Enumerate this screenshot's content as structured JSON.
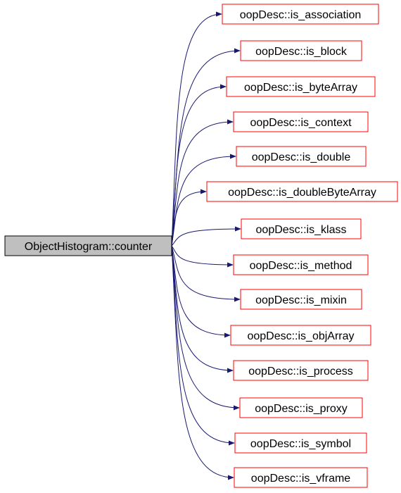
{
  "diagram": {
    "root": {
      "label": "ObjectHistogram::counter",
      "fill": "#bfbfbf",
      "stroke": "#000000"
    },
    "edge_color": "#191970",
    "callee_stroke": "#ff0000",
    "callees": [
      {
        "label": "oopDesc::is_association"
      },
      {
        "label": "oopDesc::is_block"
      },
      {
        "label": "oopDesc::is_byteArray"
      },
      {
        "label": "oopDesc::is_context"
      },
      {
        "label": "oopDesc::is_double"
      },
      {
        "label": "oopDesc::is_doubleByteArray"
      },
      {
        "label": "oopDesc::is_klass"
      },
      {
        "label": "oopDesc::is_method"
      },
      {
        "label": "oopDesc::is_mixin"
      },
      {
        "label": "oopDesc::is_objArray"
      },
      {
        "label": "oopDesc::is_process"
      },
      {
        "label": "oopDesc::is_proxy"
      },
      {
        "label": "oopDesc::is_symbol"
      },
      {
        "label": "oopDesc::is_vframe"
      }
    ]
  }
}
